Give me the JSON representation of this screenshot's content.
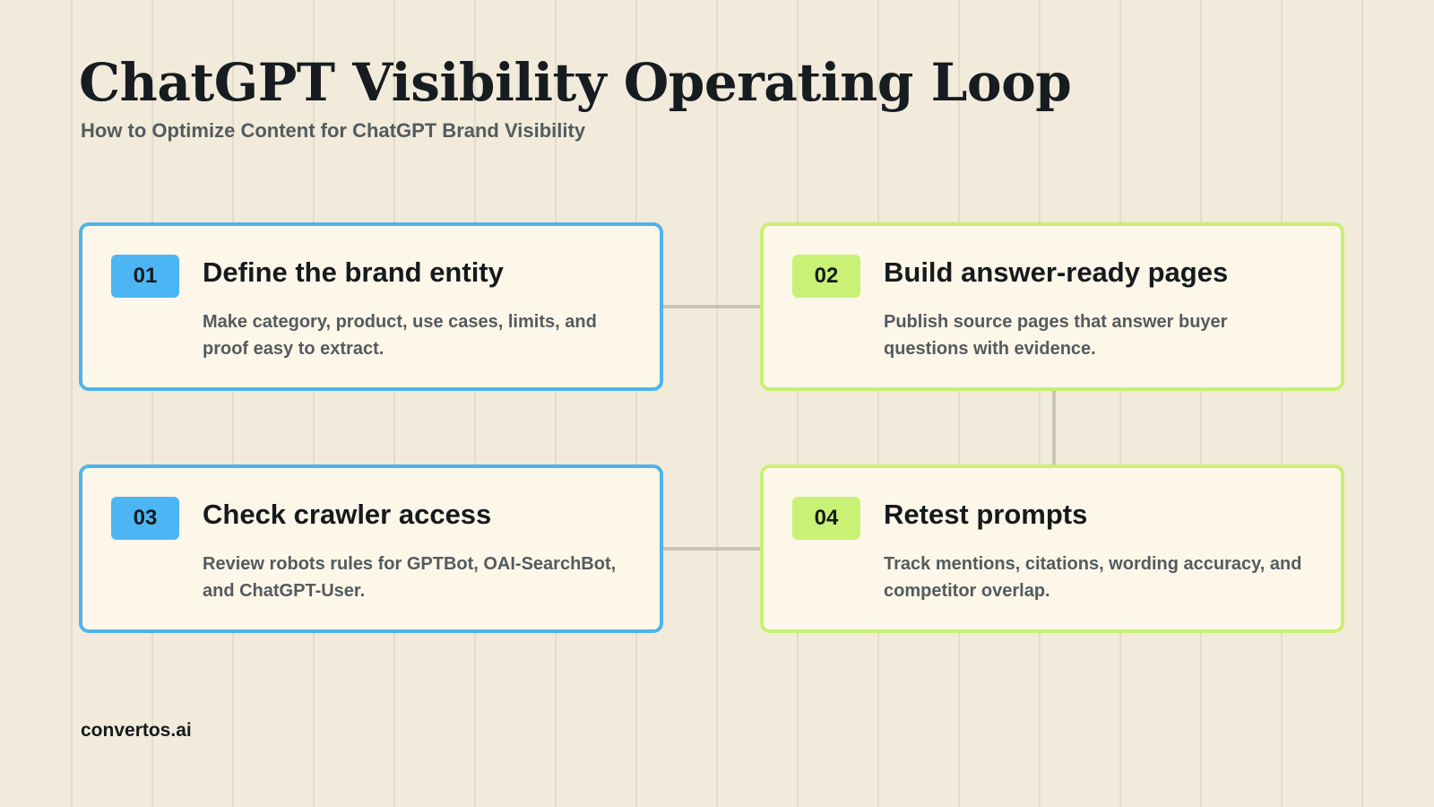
{
  "header": {
    "title": "ChatGPT Visibility Operating Loop",
    "subtitle": "How to Optimize Content for ChatGPT Brand Visibility"
  },
  "colors": {
    "background": "#f2ebdc",
    "card_background": "#fdf7e9",
    "blue_accent": "#4cb6f5",
    "green_accent": "#c9f176",
    "connector": "#c9c3b6",
    "heading_text": "#161c1f",
    "body_text": "#545b5e"
  },
  "steps": [
    {
      "number": "01",
      "title": "Define the brand entity",
      "description": "Make category, product, use cases, limits, and proof easy to extract.",
      "accent": "blue"
    },
    {
      "number": "02",
      "title": "Build answer-ready pages",
      "description": "Publish source pages that answer buyer questions with evidence.",
      "accent": "green"
    },
    {
      "number": "03",
      "title": "Check crawler access",
      "description": "Review robots rules for GPTBot, OAI-SearchBot, and ChatGPT-User.",
      "accent": "blue"
    },
    {
      "number": "04",
      "title": "Retest prompts",
      "description": "Track mentions, citations, wording accuracy, and competitor overlap.",
      "accent": "green"
    }
  ],
  "footer": {
    "brand": "convertos.ai"
  }
}
